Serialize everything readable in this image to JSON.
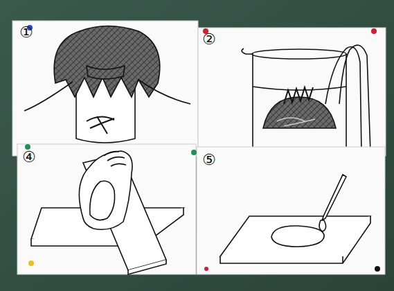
{
  "diagram": {
    "labels": [
      "①",
      "②",
      "④",
      "⑤"
    ]
  }
}
